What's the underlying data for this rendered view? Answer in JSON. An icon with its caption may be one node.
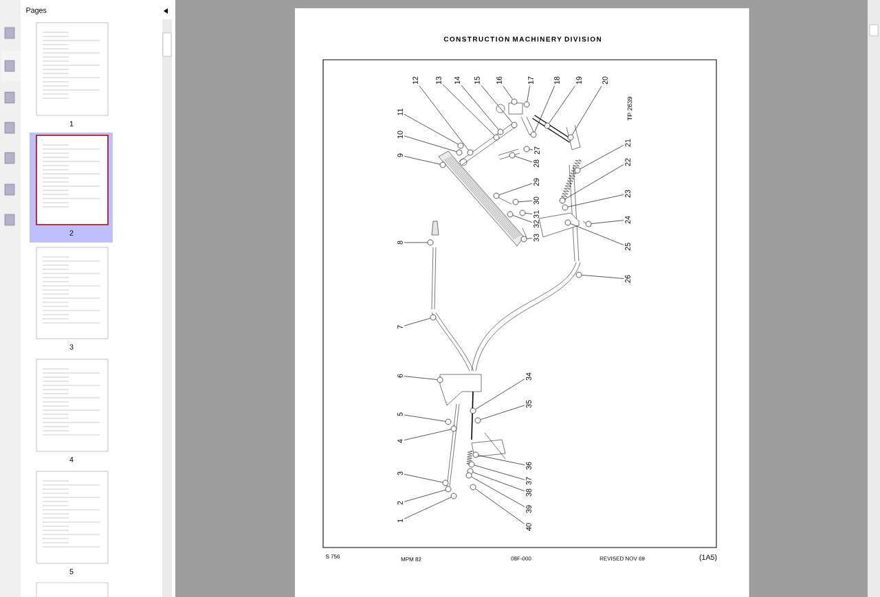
{
  "diagram": {
    "title": "CONSTRUCTION MACHINERY DIVISION",
    "nodes": [
      {
        "text": [
          "1"
        ]
      },
      {
        "text": [
          "2"
        ]
      },
      {
        "text": [
          "3"
        ]
      },
      {
        "text": [
          "4"
        ]
      },
      {
        "text": [
          "5"
        ]
      },
      {
        "text": [
          "6"
        ]
      },
      {
        "text": [
          "7"
        ]
      },
      {
        "text": [
          "8"
        ]
      },
      {
        "text": [
          "9"
        ]
      },
      {
        "text": [
          "10"
        ]
      },
      {
        "text": [
          "11"
        ]
      },
      {
        "text": [
          "12"
        ]
      },
      {
        "text": [
          "13"
        ]
      },
      {
        "text": [
          "14"
        ]
      },
      {
        "text": [
          "15"
        ]
      },
      {
        "text": [
          "16"
        ]
      },
      {
        "text": [
          "17"
        ]
      },
      {
        "text": [
          "18"
        ]
      },
      {
        "text": [
          "19"
        ]
      },
      {
        "text": [
          "20"
        ]
      },
      {
        "text": [
          "21"
        ]
      },
      {
        "text": [
          "22"
        ]
      },
      {
        "text": [
          "23"
        ]
      },
      {
        "text": [
          "24"
        ]
      },
      {
        "text": [
          "25"
        ]
      },
      {
        "text": [
          "26"
        ]
      },
      {
        "text": [
          "27"
        ]
      },
      {
        "text": [
          "28"
        ]
      },
      {
        "text": [
          "29"
        ]
      },
      {
        "text": [
          "30"
        ]
      },
      {
        "text": [
          "31"
        ]
      },
      {
        "text": [
          "32"
        ]
      },
      {
        "text": [
          "33"
        ]
      },
      {
        "text": [
          "34"
        ]
      },
      {
        "text": [
          "35"
        ]
      },
      {
        "text": [
          "36"
        ]
      },
      {
        "text": [
          "37"
        ]
      },
      {
        "text": [
          "38"
        ]
      },
      {
        "text": [
          "39"
        ]
      },
      {
        "text": [
          "40"
        ]
      },
      {
        "text": [],
        "shape": "circle"
      },
      {
        "text": [],
        "shape": "circle"
      },
      {
        "text": [],
        "shape": "circle"
      },
      {
        "text": [],
        "shape": "circle"
      },
      {
        "text": [],
        "shape": "circle"
      },
      {
        "text": [],
        "shape": "circle"
      },
      {
        "text": [],
        "shape": "circle"
      },
      {
        "text": [],
        "shape": "circle"
      },
      {
        "text": [],
        "shape": "circle"
      },
      {
        "text": [],
        "shape": "circle"
      },
      {
        "text": [],
        "shape": "circle"
      },
      {
        "text": [],
        "shape": "circle"
      },
      {
        "text": [],
        "shape": "circle"
      },
      {
        "text": [],
        "shape": "circle"
      },
      {
        "text": [],
        "shape": "circle"
      },
      {
        "text": [],
        "shape": "circle"
      },
      {
        "text": [],
        "shape": "circle"
      },
      {
        "text": [],
        "shape": "circle"
      },
      {
        "text": [],
        "shape": "circle"
      },
      {
        "text": [],
        "shape": "circle"
      },
      {
        "text": [],
        "shape": "circle"
      },
      {
        "text": [],
        "shape": "circle"
      },
      {
        "text": [],
        "shape": "circle"
      },
      {
        "text": [],
        "shape": "circle"
      },
      {
        "text": [],
        "shape": "circle"
      },
      {
        "text": [],
        "shape": "circle"
      },
      {
        "text": [],
        "shape": "circle"
      },
      {
        "text": [],
        "shape": "circle"
      },
      {
        "text": [],
        "shape": "circle"
      },
      {
        "text": [],
        "shape": "circle"
      },
      {
        "text": [],
        "shape": "circle"
      },
      {
        "text": [],
        "shape": "circle"
      },
      {
        "text": [],
        "shape": "circle"
      },
      {
        "text": [],
        "shape": "circle"
      },
      {
        "text": [],
        "shape": "circle"
      },
      {
        "text": [],
        "shape": "circle"
      },
      {
        "text": [],
        "shape": "circle"
      },
      {
        "text": [],
        "shape": "circle"
      },
      {
        "text": [],
        "shape": "circle"
      },
      {
        "text": [],
        "shape": "circle"
      }
    ],
    "edges": [
      {
        "from": 0,
        "to": 40,
        "arrow": "none"
      },
      {
        "from": 1,
        "to": 41,
        "arrow": "none"
      },
      {
        "from": 2,
        "to": 42,
        "arrow": "none"
      },
      {
        "from": 3,
        "to": 43,
        "arrow": "none"
      },
      {
        "from": 4,
        "to": 44,
        "arrow": "none"
      },
      {
        "from": 5,
        "to": 45,
        "arrow": "none"
      },
      {
        "from": 6,
        "to": 46,
        "arrow": "none"
      },
      {
        "from": 7,
        "to": 47,
        "arrow": "none"
      },
      {
        "from": 8,
        "to": 48,
        "arrow": "none"
      },
      {
        "from": 9,
        "to": 49,
        "arrow": "none"
      },
      {
        "from": 10,
        "to": 50,
        "arrow": "none"
      },
      {
        "from": 11,
        "to": 51,
        "arrow": "none"
      },
      {
        "from": 12,
        "to": 52,
        "arrow": "none"
      },
      {
        "from": 13,
        "to": 53,
        "arrow": "none"
      },
      {
        "from": 14,
        "to": 54,
        "arrow": "none"
      },
      {
        "from": 15,
        "to": 55,
        "arrow": "none"
      },
      {
        "from": 16,
        "to": 56,
        "arrow": "none"
      },
      {
        "from": 17,
        "to": 57,
        "arrow": "none"
      },
      {
        "from": 18,
        "to": 58,
        "arrow": "none"
      },
      {
        "from": 19,
        "to": 59,
        "arrow": "none"
      },
      {
        "from": 20,
        "to": 60,
        "arrow": "none"
      },
      {
        "from": 21,
        "to": 61,
        "arrow": "none"
      },
      {
        "from": 22,
        "to": 62,
        "arrow": "none"
      },
      {
        "from": 23,
        "to": 63,
        "arrow": "none"
      },
      {
        "from": 24,
        "to": 64,
        "arrow": "none"
      },
      {
        "from": 25,
        "to": 65,
        "arrow": "none"
      },
      {
        "from": 26,
        "to": 66,
        "arrow": "none"
      },
      {
        "from": 27,
        "to": 67,
        "arrow": "none"
      },
      {
        "from": 28,
        "to": 68,
        "arrow": "none"
      },
      {
        "from": 29,
        "to": 69,
        "arrow": "none"
      },
      {
        "from": 30,
        "to": 70,
        "arrow": "none"
      },
      {
        "from": 31,
        "to": 71,
        "arrow": "none"
      },
      {
        "from": 32,
        "to": 72,
        "arrow": "none"
      },
      {
        "from": 33,
        "to": 73,
        "arrow": "none"
      },
      {
        "from": 34,
        "to": 74,
        "arrow": "none"
      },
      {
        "from": 35,
        "to": 75,
        "arrow": "none"
      },
      {
        "from": 36,
        "to": 76,
        "arrow": "none"
      },
      {
        "from": 37,
        "to": 77,
        "arrow": "none"
      },
      {
        "from": 38,
        "to": 78,
        "arrow": "none"
      },
      {
        "from": 39,
        "to": 79,
        "arrow": "none"
      }
    ],
    "labels": [
      "Pages",
      "1",
      "2",
      "3",
      "4",
      "5",
      "TP 2639",
      "S 756",
      "MPM 82",
      "08F-000",
      "REVISED NOV 69",
      "(1A5)"
    ]
  }
}
